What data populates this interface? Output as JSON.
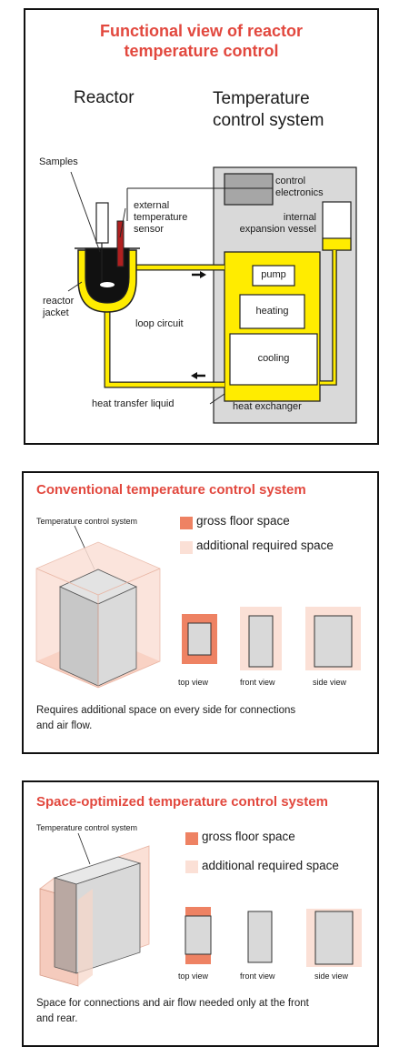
{
  "panel1": {
    "title_line1": "Functional view of reactor",
    "title_line2": "temperature control",
    "heading_reactor": "Reactor",
    "heading_tcs_line1": "Temperature",
    "heading_tcs_line2": "control system",
    "labels": {
      "samples": "Samples",
      "ext_sensor_1": "external",
      "ext_sensor_2": "temperature",
      "ext_sensor_3": "sensor",
      "control_1": "control",
      "control_2": "electronics",
      "internal_1": "internal",
      "internal_2": "expansion vessel",
      "pump": "pump",
      "heating": "heating",
      "cooling": "cooling",
      "reactor_jacket_1": "reactor",
      "reactor_jacket_2": "jacket",
      "loop_circuit": "loop circuit",
      "heat_transfer_liquid": "heat transfer liquid",
      "heat_exchanger": "heat exchanger"
    },
    "colors": {
      "accent_yellow": "#ffec00",
      "grey_box": "#d9d9d9",
      "title_red": "#e2483e"
    }
  },
  "panel2": {
    "title": "Conventional temperature control system",
    "device_label": "Temperature control system",
    "legend": {
      "gross": "gross floor space",
      "additional": "additional required space"
    },
    "views": {
      "top": "top view",
      "front": "front view",
      "side": "side view"
    },
    "caption_line1": "Requires additional space on every side for connections",
    "caption_line2": "and air flow.",
    "colors": {
      "gross": "#ee8263",
      "additional": "#fbe0d6"
    }
  },
  "panel3": {
    "title": "Space-optimized temperature control system",
    "device_label": "Temperature control system",
    "legend": {
      "gross": "gross floor space",
      "additional": "additional required space"
    },
    "views": {
      "top": "top view",
      "front": "front view",
      "side": "side view"
    },
    "caption_line1": "Space for connections and air flow needed only at the front",
    "caption_line2": "and rear."
  }
}
